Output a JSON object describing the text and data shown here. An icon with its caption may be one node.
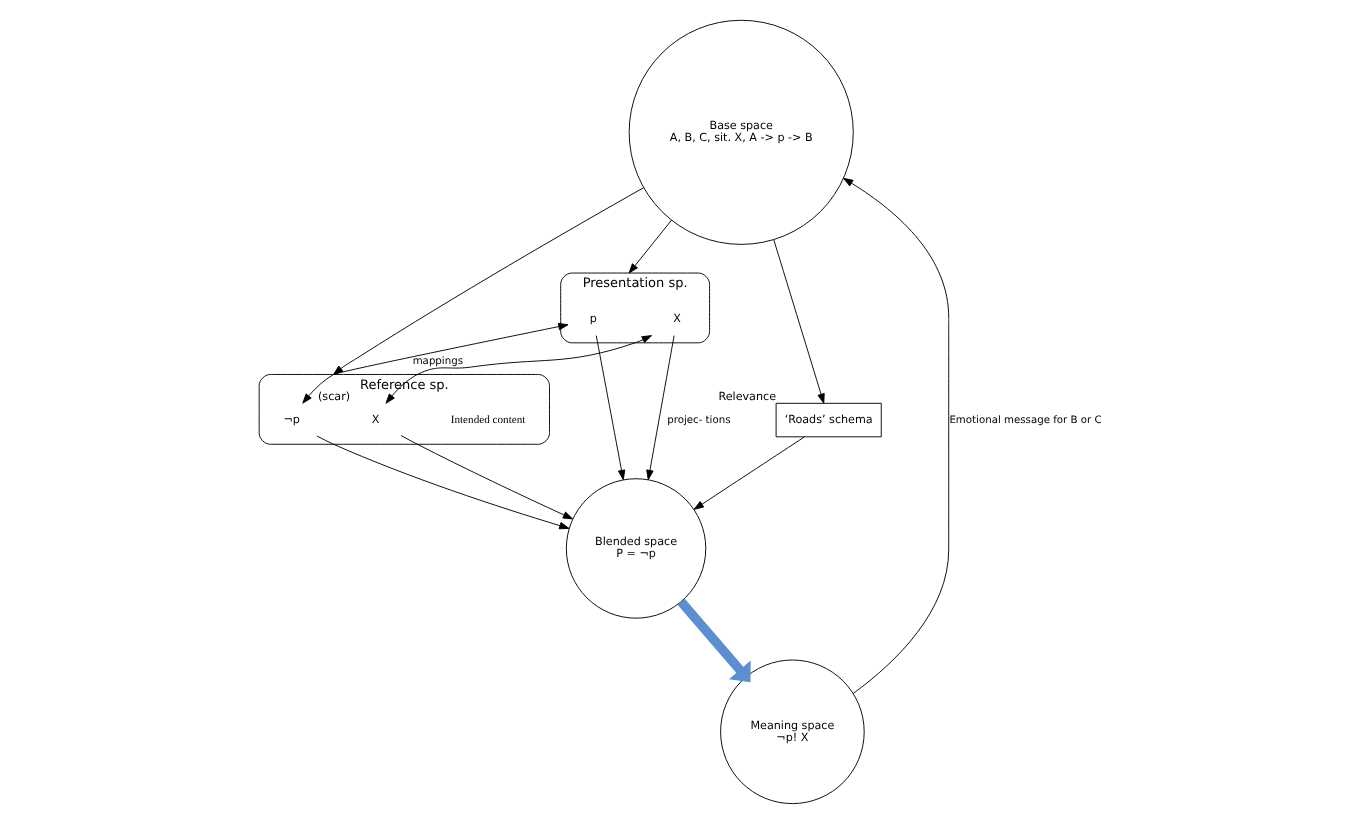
{
  "diagram": {
    "nodes": [
      {
        "text": [
          "Base space",
          "A, B, C, sit. X, A -> p -> B"
        ]
      },
      {
        "text": [
          "Presentation sp."
        ]
      },
      {
        "text": [
          "p"
        ],
        "in": 1
      },
      {
        "text": [
          "X"
        ],
        "in": 1
      },
      {
        "text": [
          "Reference sp."
        ],
        "beside": [
          "Intended content"
        ]
      },
      {
        "text": [
          "¬p"
        ],
        "in": 4
      },
      {
        "text": [
          "X"
        ],
        "in": 4,
        "beside": [
          "(scar)"
        ]
      },
      {
        "text": [
          "‘Roads’ schema"
        ],
        "beside": [
          "Relevance"
        ]
      },
      {
        "text": [
          "Blended space",
          "P = ¬p"
        ]
      },
      {
        "text": [
          "Meaning space",
          "¬p! X"
        ]
      }
    ],
    "edges": [
      {
        "from": 0,
        "to": 1,
        "arrow": "to"
      },
      {
        "from": 0,
        "to": 4,
        "arrow": "to"
      },
      {
        "from": 2,
        "to": 5,
        "arrow": "both",
        "label": "mappings"
      },
      {
        "from": 3,
        "to": 6,
        "arrow": "both"
      },
      {
        "from": 2,
        "to": 8,
        "arrow": "to"
      },
      {
        "from": 3,
        "to": 8,
        "arrow": "to",
        "label": "projec- tions"
      },
      {
        "from": 5,
        "to": 8,
        "arrow": "to"
      },
      {
        "from": 6,
        "to": 8,
        "arrow": "to"
      },
      {
        "from": 0,
        "to": 7,
        "arrow": "to"
      },
      {
        "from": 7,
        "to": 8,
        "arrow": "to"
      },
      {
        "from": 8,
        "to": 9,
        "arrow": "to",
        "style": "thick",
        "color": "#5b8fd0"
      },
      {
        "from": 9,
        "to": 0,
        "arrow": "to",
        "label": "Emotional message for B or C"
      }
    ]
  }
}
